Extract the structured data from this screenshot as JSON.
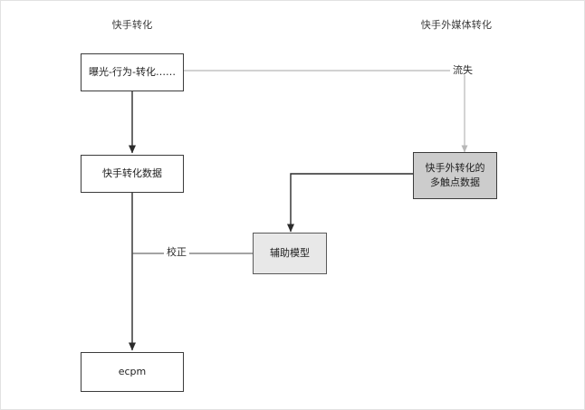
{
  "diagram": {
    "title_columns": [
      {
        "id": "col-kuaishou",
        "label": "快手转化"
      },
      {
        "id": "col-external",
        "label": "快手外媒体转化"
      }
    ],
    "nodes": [
      {
        "id": "exposure-behavior-conversion",
        "label": "曝光-行为-转化……",
        "fill": "#ffffff",
        "stroke": "#3c3c3c"
      },
      {
        "id": "kuaishou-conversion-data",
        "label": "快手转化数据",
        "fill": "#ffffff",
        "stroke": "#3c3c3c"
      },
      {
        "id": "external-multitouch-data",
        "label_line1": "快手外转化的",
        "label_line2": "多触点数据",
        "fill": "#cccccc",
        "stroke": "#3c3c3c"
      },
      {
        "id": "auxiliary-model",
        "label": "辅助模型",
        "fill": "#e8e8e8",
        "stroke": "#5a5a5a"
      },
      {
        "id": "ecpm",
        "label": "ecpm",
        "fill": "#ffffff",
        "stroke": "#3c3c3c"
      }
    ],
    "edge_labels": [
      {
        "id": "churn",
        "label": "流失"
      },
      {
        "id": "calibration",
        "label": "校正"
      }
    ],
    "colors": {
      "edge_dark": "#2b2b2b",
      "edge_light": "#b8b8b8",
      "canvas_border": "#e2e2e2",
      "background": "#ffffff"
    }
  }
}
